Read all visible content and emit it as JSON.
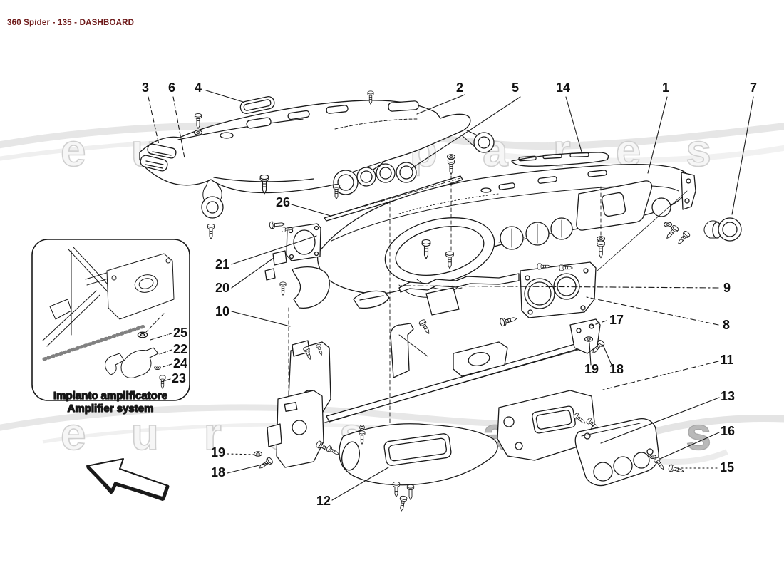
{
  "header": {
    "title": "360 Spider - 135 - DASHBOARD"
  },
  "watermark": {
    "text": "eurospares"
  },
  "inset": {
    "caption_line1": "Impianto amplificatore",
    "caption_line2": "Amplifier system"
  },
  "colors": {
    "title": "#6e1a1a",
    "line_art": "#1a1a1a",
    "watermark_fill": "#f7f7f7",
    "watermark_stroke": "#cccccc",
    "watermark_dark": "#a9a9a9"
  },
  "callouts": [
    {
      "label": "3"
    },
    {
      "label": "6"
    },
    {
      "label": "4"
    },
    {
      "label": "2"
    },
    {
      "label": "5"
    },
    {
      "label": "14"
    },
    {
      "label": "1"
    },
    {
      "label": "7"
    },
    {
      "label": "26"
    },
    {
      "label": "21"
    },
    {
      "label": "20"
    },
    {
      "label": "10"
    },
    {
      "label": "25"
    },
    {
      "label": "22"
    },
    {
      "label": "24"
    },
    {
      "label": "23"
    },
    {
      "label": "9"
    },
    {
      "label": "8"
    },
    {
      "label": "17"
    },
    {
      "label": "19"
    },
    {
      "label": "18"
    },
    {
      "label": "11"
    },
    {
      "label": "13"
    },
    {
      "label": "16"
    },
    {
      "label": "15"
    },
    {
      "label": "19"
    },
    {
      "label": "18"
    },
    {
      "label": "12"
    }
  ]
}
